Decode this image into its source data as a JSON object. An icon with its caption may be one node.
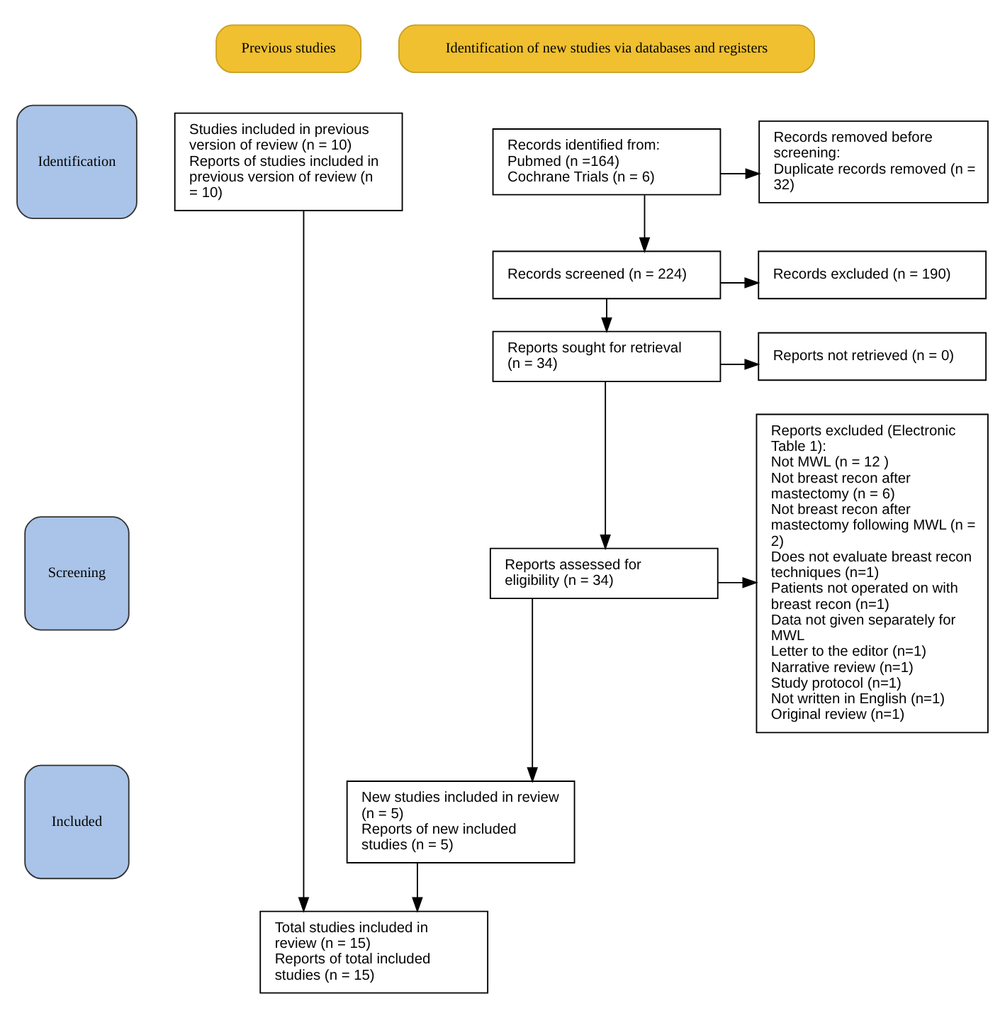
{
  "diagram": {
    "nodes": [
      {
        "text": [
          "Previous studies"
        ]
      },
      {
        "text": [
          "Identification of new studies via databases and registers"
        ]
      },
      {
        "text": [
          "Identification"
        ]
      },
      {
        "text": [
          "Screening"
        ]
      },
      {
        "text": [
          "Included"
        ]
      },
      {
        "text": [
          "Studies included in previous version of review (n = 10)",
          "Reports of studies included in previous version of review (n = 10)"
        ]
      },
      {
        "text": [
          "Records identified from:",
          "Pubmed (n =164)",
          "Cochrane Trials (n = 6)"
        ]
      },
      {
        "text": [
          "Records removed before screening:",
          "Duplicate records removed (n = 32)"
        ]
      },
      {
        "text": [
          "Records screened (n = 224)"
        ]
      },
      {
        "text": [
          "Records excluded (n = 190)"
        ]
      },
      {
        "text": [
          "Reports sought for retrieval (n = 34)"
        ]
      },
      {
        "text": [
          "Reports not retrieved (n = 0)"
        ]
      },
      {
        "text": [
          "Reports assessed for eligibility (n = 34)"
        ]
      },
      {
        "text": [
          "Reports excluded (Electronic Table 1):",
          "Not MWL (n = 12 )",
          "Not breast recon after mastectomy (n = 6)",
          "Not breast recon after mastectomy following MWL (n = 2)",
          "Does not evaluate breast recon techniques (n=1)",
          "Patients not operated on with breast recon (n=1)",
          "Data not given separately for MWL",
          "Letter to the editor (n=1)",
          "Narrative review (n=1)",
          "Study protocol (n=1)",
          "Not written in English (n=1)",
          "Original review (n=1)"
        ]
      },
      {
        "text": [
          "New studies included in review (n = 5)",
          "Reports of new included studies (n = 5)"
        ]
      },
      {
        "text": [
          "Total studies included in review (n = 15)",
          "Reports of total included studies (n = 15)"
        ]
      }
    ],
    "edges": [
      {
        "from": 6,
        "to": 7,
        "arrow": "to"
      },
      {
        "from": 6,
        "to": 8,
        "arrow": "to"
      },
      {
        "from": 8,
        "to": 9,
        "arrow": "to"
      },
      {
        "from": 8,
        "to": 10,
        "arrow": "to"
      },
      {
        "from": 10,
        "to": 11,
        "arrow": "to"
      },
      {
        "from": 10,
        "to": 12,
        "arrow": "to"
      },
      {
        "from": 12,
        "to": 13,
        "arrow": "to"
      },
      {
        "from": 12,
        "to": 14,
        "arrow": "to"
      },
      {
        "from": 14,
        "to": 15,
        "arrow": "to"
      },
      {
        "from": 5,
        "to": 15,
        "arrow": "to"
      }
    ]
  }
}
